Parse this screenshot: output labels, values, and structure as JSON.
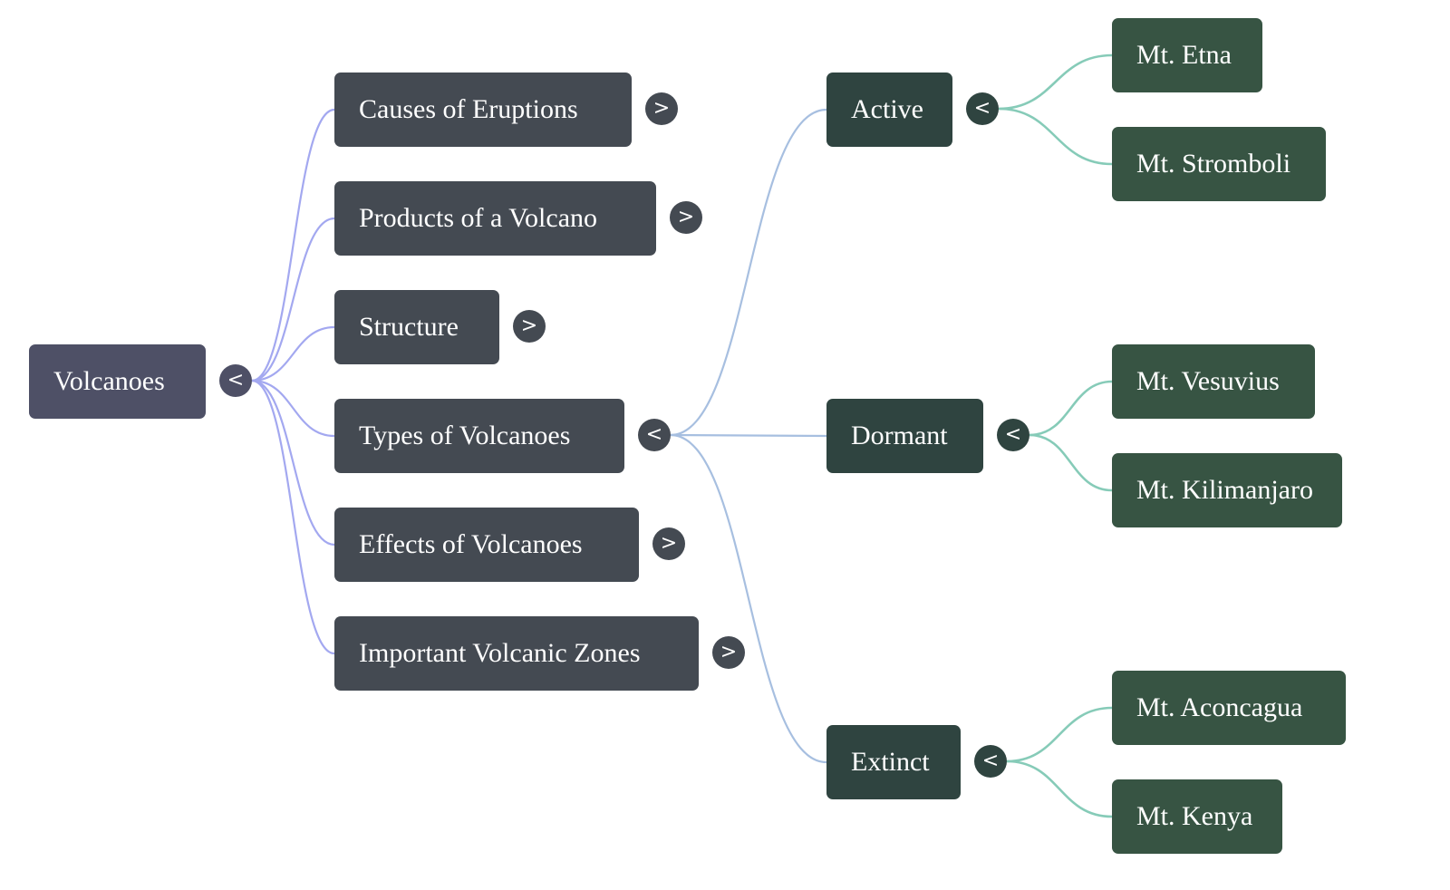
{
  "colors": {
    "root": "#4e5066",
    "level1": "#444a52",
    "level2": "#2f4440",
    "level3": "#375443",
    "edge_level1": "#a3a8f0",
    "edge_level2": "#a7bfe0",
    "edge_level3": "#86cbb8"
  },
  "toggles": {
    "collapse": "<",
    "expand": ">"
  },
  "mindmap": {
    "root": {
      "label": "Volcanoes",
      "state": "expanded"
    },
    "topics": [
      {
        "label": "Causes of Eruptions",
        "state": "collapsed"
      },
      {
        "label": "Products of a Volcano",
        "state": "collapsed"
      },
      {
        "label": "Structure",
        "state": "collapsed"
      },
      {
        "label": "Types of Volcanoes",
        "state": "expanded"
      },
      {
        "label": "Effects of Volcanoes",
        "state": "collapsed"
      },
      {
        "label": "Important Volcanic Zones",
        "state": "collapsed"
      }
    ],
    "types": [
      {
        "label": "Active",
        "state": "expanded",
        "examples": [
          "Mt. Etna",
          "Mt. Stromboli"
        ]
      },
      {
        "label": "Dormant",
        "state": "expanded",
        "examples": [
          "Mt. Vesuvius",
          "Mt. Kilimanjaro"
        ]
      },
      {
        "label": "Extinct",
        "state": "expanded",
        "examples": [
          "Mt. Aconcagua",
          "Mt. Kenya"
        ]
      }
    ]
  }
}
